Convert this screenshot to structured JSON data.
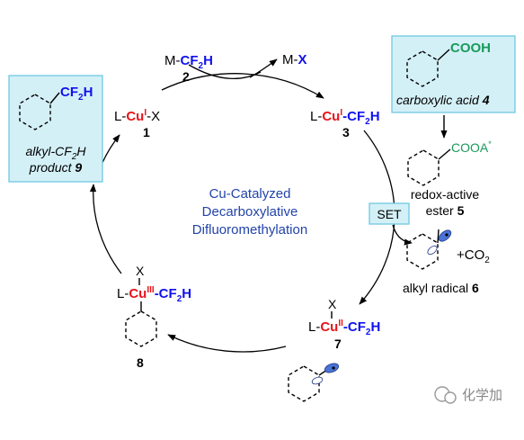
{
  "colors": {
    "copper": "#e8141b",
    "fluoro": "#1111ee",
    "acid": "#1a9a5a",
    "title": "#2244aa",
    "box_fill": "#d4f0f7",
    "box_stroke": "#6fc9e2"
  },
  "cycle": {
    "title_lines": [
      "Cu-Catalyzed",
      "Decarboxylative",
      "Difluoromethylation"
    ]
  },
  "reagent": {
    "m": "M-",
    "cf": "CF",
    "sub": "2",
    "h": "H",
    "number": "2"
  },
  "byproduct": {
    "m": "M-",
    "x": "X"
  },
  "cmpd1": {
    "l": "L-",
    "cu": "Cu",
    "ox": "I",
    "x": "-X",
    "number": "1"
  },
  "cmpd3": {
    "l": "L-",
    "cu": "Cu",
    "ox": "I",
    "cf": "-CF",
    "sub": "2",
    "h": "H",
    "number": "3"
  },
  "cmpd7": {
    "l": "L-",
    "cu": "Cu",
    "ox": "II",
    "cf": "-CF",
    "sub": "2",
    "h": "H",
    "x": "X",
    "number": "7"
  },
  "cmpd8": {
    "l": "L-",
    "cu": "Cu",
    "ox": "III",
    "cf": "-CF",
    "sub": "2",
    "h": "H",
    "x": "X",
    "number": "8"
  },
  "product": {
    "cf": "CF",
    "sub": "2",
    "h": "H",
    "line1": "alkyl-CF",
    "line1_sub": "2",
    "line1_h": "H",
    "line2": "product ",
    "number": "9"
  },
  "acid": {
    "group": "COOH",
    "label": "carboxylic acid ",
    "number": "4"
  },
  "ester": {
    "group": "COOA",
    "star": "*",
    "line1": "redox-active",
    "line2": "ester ",
    "number": "5"
  },
  "set_label": "SET",
  "radical": {
    "co2_prefix": "+CO",
    "co2_sub": "2",
    "label": "alkyl radical ",
    "number": "6"
  },
  "watermark": {
    "text": "化学加"
  }
}
